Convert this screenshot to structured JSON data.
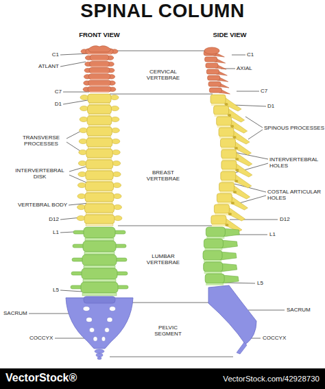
{
  "diagram": {
    "title": "SPINAL COLUMN",
    "labels": [
      "FRONT VIEW",
      "SIDE VIEW",
      "C1",
      "ATLANT",
      "C7",
      "D1",
      "TRANSVERSE PROCESSES",
      "INTERVERTEBRAL DISK",
      "VERTEBRAL BODY",
      "D12",
      "L1",
      "L5",
      "SACRUM",
      "COCCYX",
      "CERVICAL VERTEBRAE",
      "BREAST VERTEBRAE",
      "LUMBAR VERTEBRAE",
      "PELVIC SEGMENT",
      "C1",
      "AXIAL",
      "C7",
      "D1",
      "SPINOUS PROCESSES",
      "INTERVERTEBRAL HOLES",
      "COSTAL ARTICULAR HOLES",
      "D12",
      "L1",
      "L5",
      "SACRUM",
      "COCCYX",
      "VectorStock®",
      "VectorStock.com/42928730"
    ]
  }
}
